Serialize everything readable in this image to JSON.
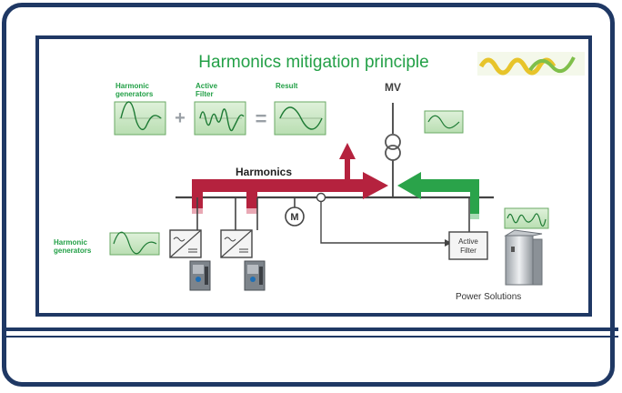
{
  "slide": {
    "title": "Harmonics mitigation principle",
    "mv_label": "MV",
    "harmonics_label": "Harmonics",
    "top_labels": {
      "harmonic_generators": [
        "Harmonic",
        "generators"
      ],
      "active_filter": [
        "Active",
        "Filter"
      ],
      "result": "Result"
    },
    "side_label": [
      "Harmonic",
      "generators"
    ],
    "active_filter_box": [
      "Active",
      "Filter"
    ],
    "motor_label": "M",
    "power_solutions": "Power Solutions",
    "operators": {
      "plus": "+",
      "equals": "="
    }
  },
  "colors": {
    "frame": "#1f3864",
    "title_green": "#23a047",
    "harmonics_arrow": "#b5223e",
    "filter_arrow": "#2aa34a",
    "waveform_panel": "#c9e7c4"
  }
}
